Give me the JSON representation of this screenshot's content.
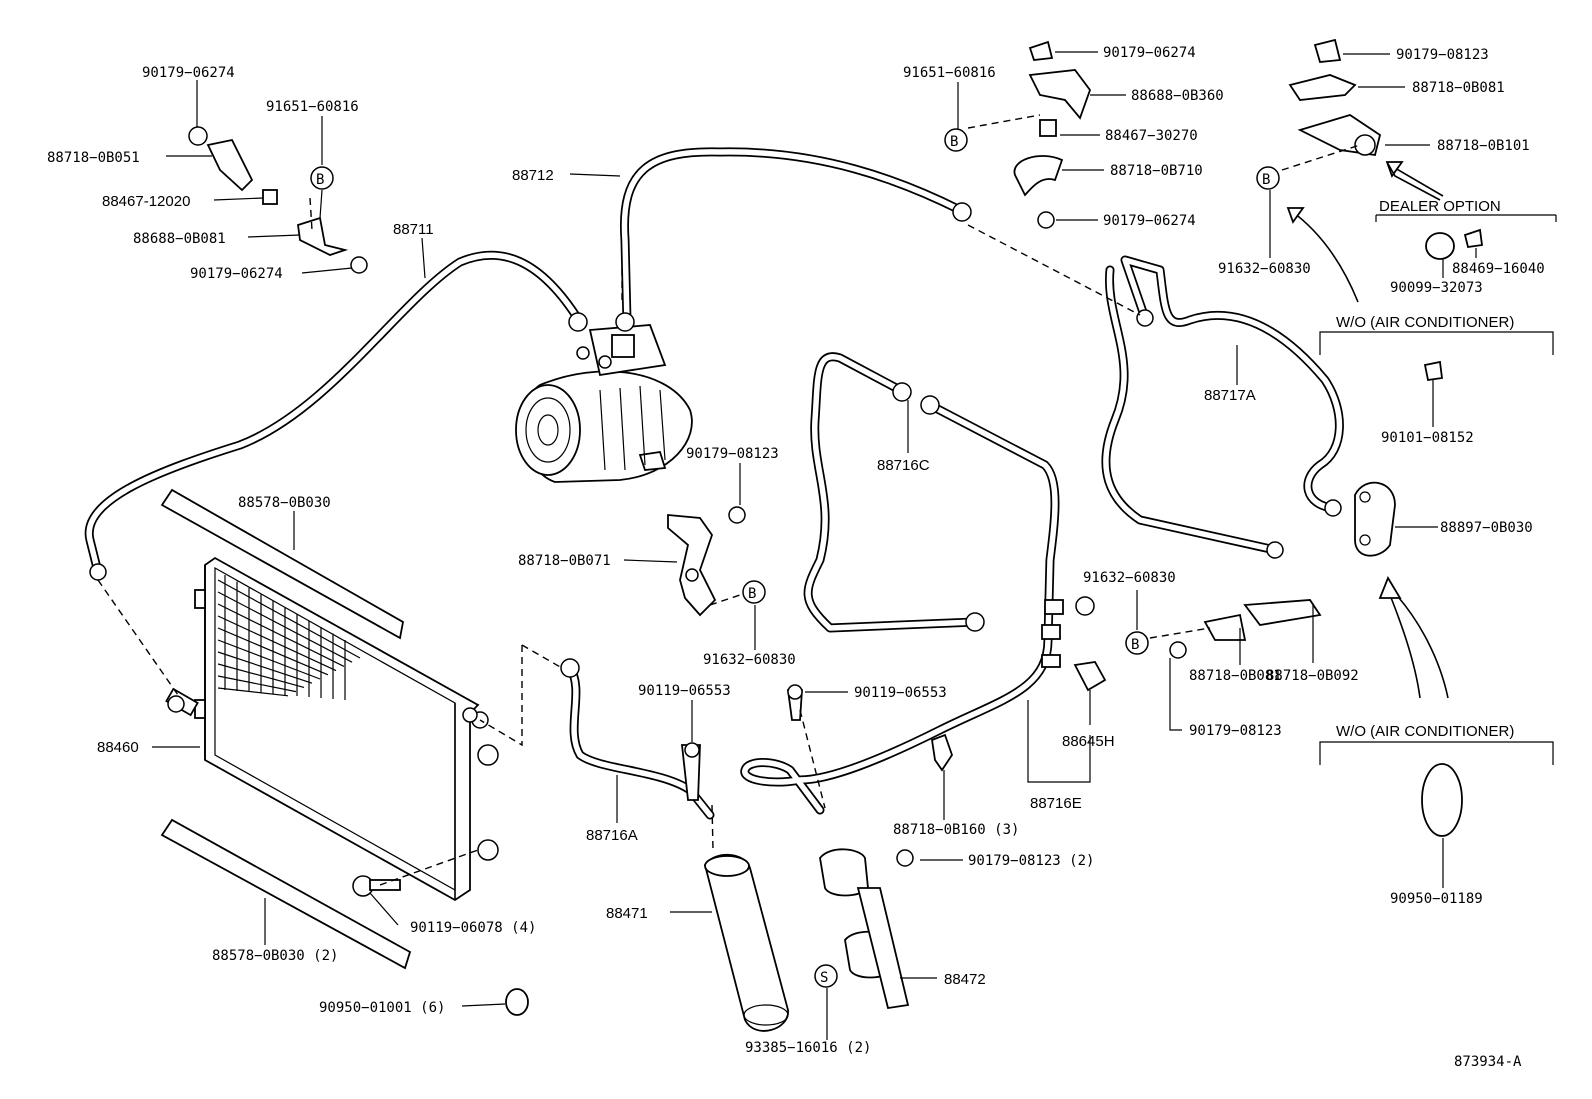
{
  "diagram_id": "873934-A",
  "callout_b": "B",
  "callout_s": "S",
  "labels": {
    "p90179_06274_tl": "90179−06274",
    "p91651_60816_l": "91651−60816",
    "p88718_0B051": "88718−0B051",
    "p88467_12020": "88467-12020",
    "p88688_0B081": "88688−0B081",
    "p90179_06274_l2": "90179−06274",
    "p88711": "88711",
    "p88712": "88712",
    "p88578_0B030": "88578−0B030",
    "p88460": "88460",
    "p88578_0B030_2": "88578−0B030 (2)",
    "p90119_06078_4": "90119−06078 (4)",
    "p90950_01001_6": "90950−01001 (6)",
    "p90179_08123_c": "90179−08123",
    "p88718_0B071": "88718−0B071",
    "p91632_60830_c": "91632−60830",
    "p90119_06553_l": "90119−06553",
    "p88716A": "88716A",
    "p88471": "88471",
    "p93385_16016_2": "93385−16016 (2)",
    "p90119_06553_r": "90119−06553",
    "p88716C": "88716C",
    "p88718_0B160_3": "88718−0B160 (3)",
    "p90179_08123_2": "90179−08123 (2)",
    "p88472": "88472",
    "p88716E": "88716E",
    "p88645H": "88645H",
    "p91632_60830_m": "91632−60830",
    "p88718_0B081_m": "88718−0B081",
    "p88718_0B092": "88718−0B092",
    "p90179_08123_m": "90179−08123",
    "p91651_60816_t": "91651−60816",
    "p90179_06274_t": "90179−06274",
    "p88688_0B360": "88688−0B360",
    "p88467_30270": "88467−30270",
    "p88718_0B710": "88718−0B710",
    "p90179_06274_t2": "90179−06274",
    "p88717A": "88717A",
    "p90179_08123_r": "90179−08123",
    "p88718_0B081_r": "88718−0B081",
    "p88718_0B101": "88718−0B101",
    "dealer_option": "DEALER OPTION",
    "p91632_60830_r": "91632−60830",
    "p90099_32073": "90099−32073",
    "p88469_16040": "88469−16040",
    "wo_ac_1": "W/O (AIR CONDITIONER)",
    "p90101_08152": "90101−08152",
    "p88897_0B030": "88897−0B030",
    "wo_ac_2": "W/O (AIR CONDITIONER)",
    "p90950_01189": "90950−01189"
  }
}
